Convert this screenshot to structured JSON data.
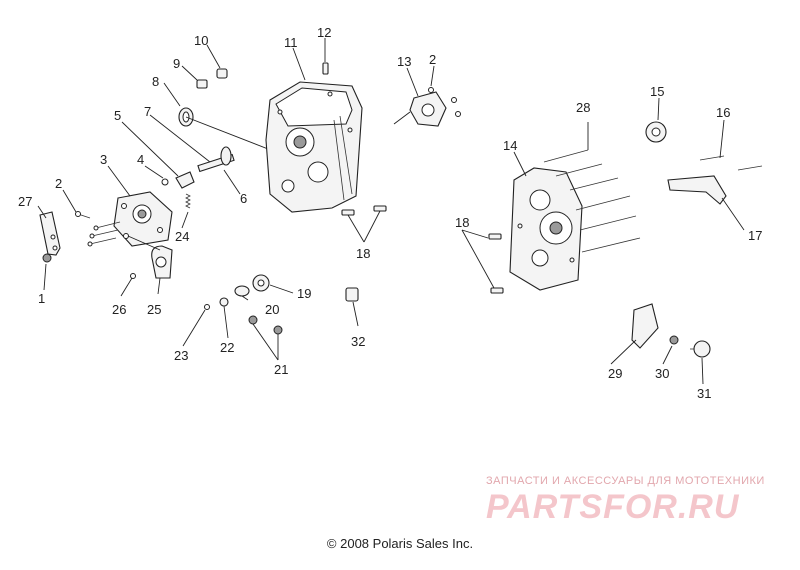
{
  "callouts": [
    "1",
    "2",
    "3",
    "4",
    "5",
    "6",
    "7",
    "8",
    "9",
    "10",
    "11",
    "12",
    "13",
    "14",
    "15",
    "16",
    "17",
    "18",
    "19",
    "20",
    "21",
    "22",
    "23",
    "24",
    "25",
    "26",
    "27",
    "28",
    "29",
    "30",
    "31",
    "32"
  ],
  "callout_extra": {
    "2b": "2",
    "18b": "18"
  },
  "copyright": "© 2008 Polaris Sales Inc.",
  "watermark": {
    "tagline": "ЗАПЧАСТИ И АКСЕССУАРЫ ДЛЯ МОТОТЕХНИКИ",
    "logo": "PARTSFOR.RU",
    "color": "#f4c6cb"
  },
  "colors": {
    "line": "#222222",
    "background": "#ffffff"
  }
}
